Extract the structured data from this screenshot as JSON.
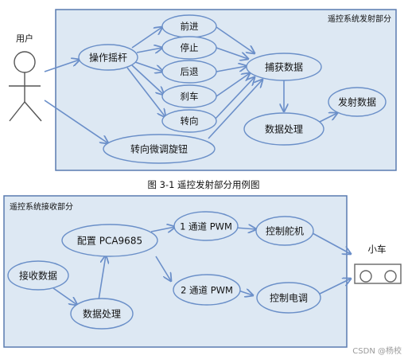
{
  "diagram1": {
    "system_label": "遥控系统发射部分",
    "actor_label": "用户",
    "nodes": {
      "joystick": "操作摇杆",
      "forward": "前进",
      "stop": "停止",
      "backward": "后退",
      "brake": "刹车",
      "turn": "转向",
      "knob": "转向微调旋钮",
      "capture": "捕获数据",
      "process": "数据处理",
      "send": "发射数据"
    }
  },
  "caption": "图 3-1  遥控发射部分用例图",
  "diagram2": {
    "system_label": "遥控系统接收部分",
    "actor_label": "小车",
    "nodes": {
      "receive": "接收数据",
      "process": "数据处理",
      "config": "配置 PCA9685",
      "ch1": "1 通道 PWM",
      "ch2": "2 通道 PWM",
      "servo": "控制舵机",
      "motor": "控制电调"
    }
  },
  "watermark": "CSDN @杨校"
}
